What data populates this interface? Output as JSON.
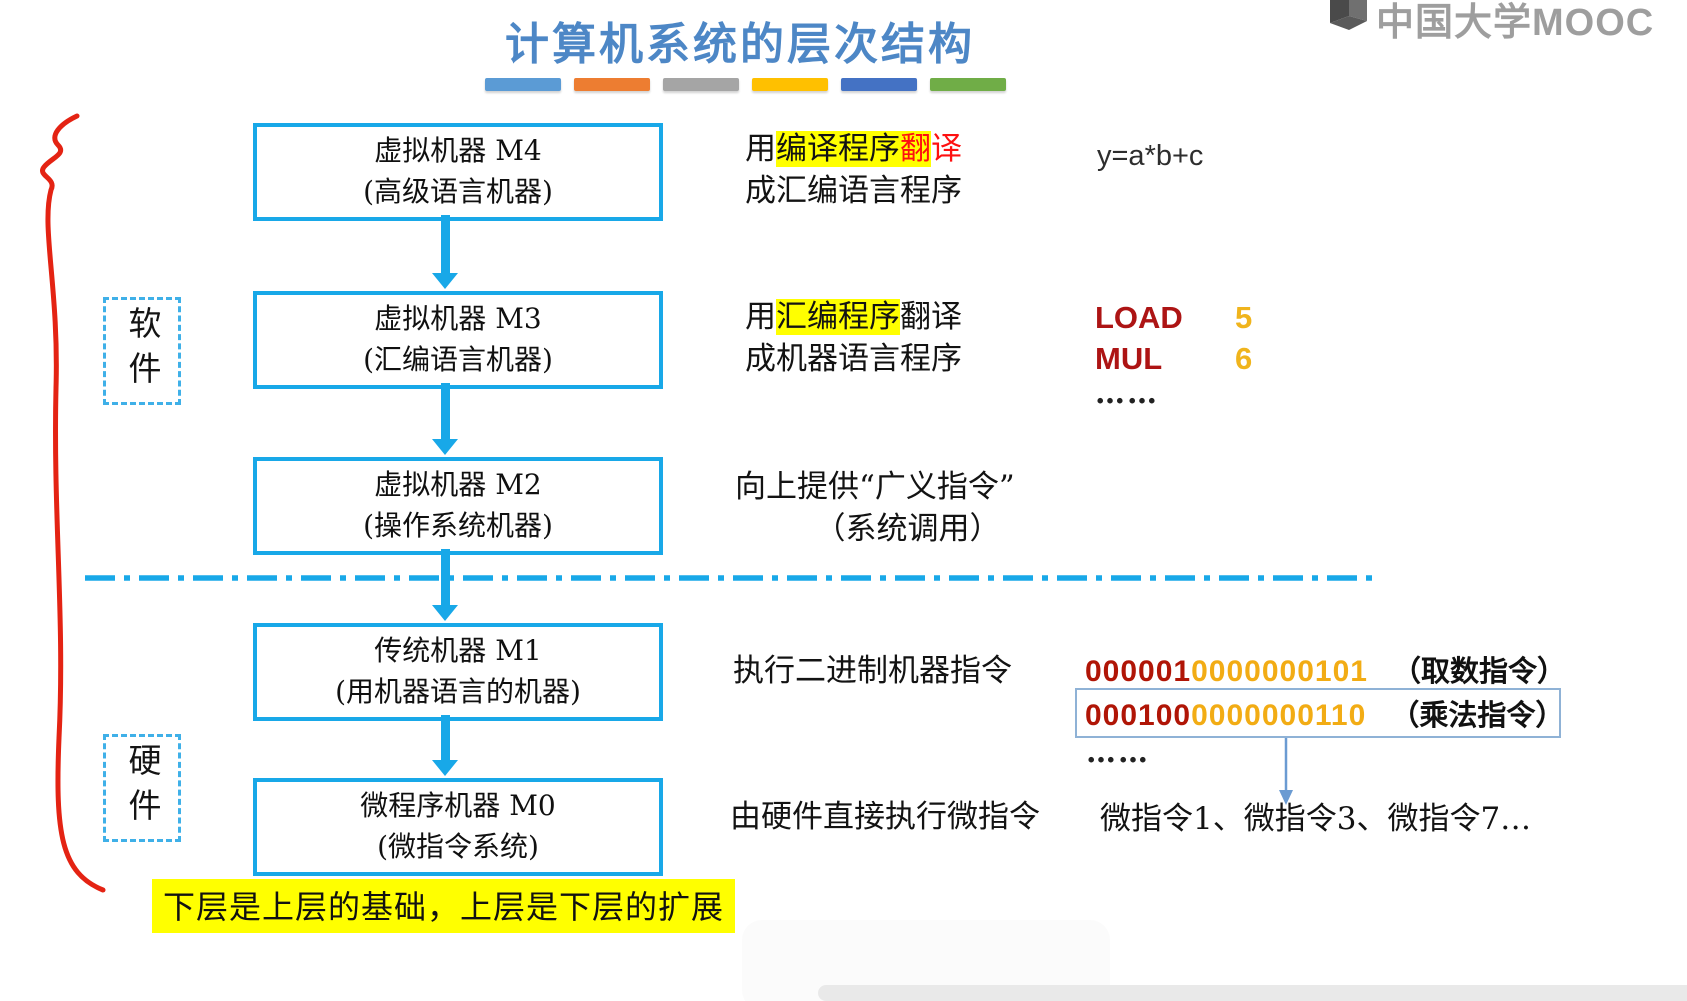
{
  "title": "计算机系统的层次结构",
  "logo": {
    "text": "中国大学MOOC"
  },
  "accent_colors": [
    "#5b9bd5",
    "#ed7d31",
    "#a5a5a5",
    "#ffc000",
    "#4472c4",
    "#70ad47"
  ],
  "labels": {
    "software": "软件",
    "hardware": "硬件"
  },
  "boxes": [
    {
      "line1": "虚拟机器 M4",
      "line2": "(高级语言机器)"
    },
    {
      "line1": "虚拟机器 M3",
      "line2": "(汇编语言机器)"
    },
    {
      "line1": "虚拟机器 M2",
      "line2": "(操作系统机器)"
    },
    {
      "line1": "传统机器 M1",
      "line2": "(用机器语言的机器)"
    },
    {
      "line1": "微程序机器 M0",
      "line2": "(微指令系统)"
    }
  ],
  "rows": {
    "r1": {
      "prefix": "用",
      "highlight": "编译程序",
      "highlight_red": "翻",
      "red": "译",
      "line2": "成汇编语言程序",
      "example": "y=a*b+c"
    },
    "r2": {
      "prefix": "用",
      "highlight": "汇编程序",
      "suffix": "翻译",
      "line2": "成机器语言程序",
      "asm": [
        {
          "op": "LOAD",
          "n": "5"
        },
        {
          "op": "MUL",
          "n": "6"
        }
      ],
      "dots": "……"
    },
    "r3": {
      "line1": "向上提供“广义指令”",
      "line2": "（系统调用）"
    },
    "r4": {
      "label": "执行二进制机器指令",
      "bin1": {
        "opcode": "000001",
        "addr": "0000000101",
        "name": "（取数指令）"
      },
      "bin2": {
        "opcode": "000100",
        "addr": "0000000110",
        "name": "（乘法指令）"
      },
      "dots": "……"
    },
    "r5": {
      "label": "由硬件直接执行微指令",
      "micro": "微指令1、微指令3、微指令7…"
    }
  },
  "footer": "下层是上层的基础，上层是下层的扩展",
  "colors": {
    "box_border": "#18a8e8",
    "title_blue": "#4d87c6",
    "highlight_yellow": "#ffff00",
    "red_text": "#fe1010",
    "opcode_red": "#b01506",
    "operand_gold": "#f2ac14",
    "asm_red": "#ad1414",
    "brace_red": "#e42313",
    "logo_gray": "#9e9e9e"
  }
}
